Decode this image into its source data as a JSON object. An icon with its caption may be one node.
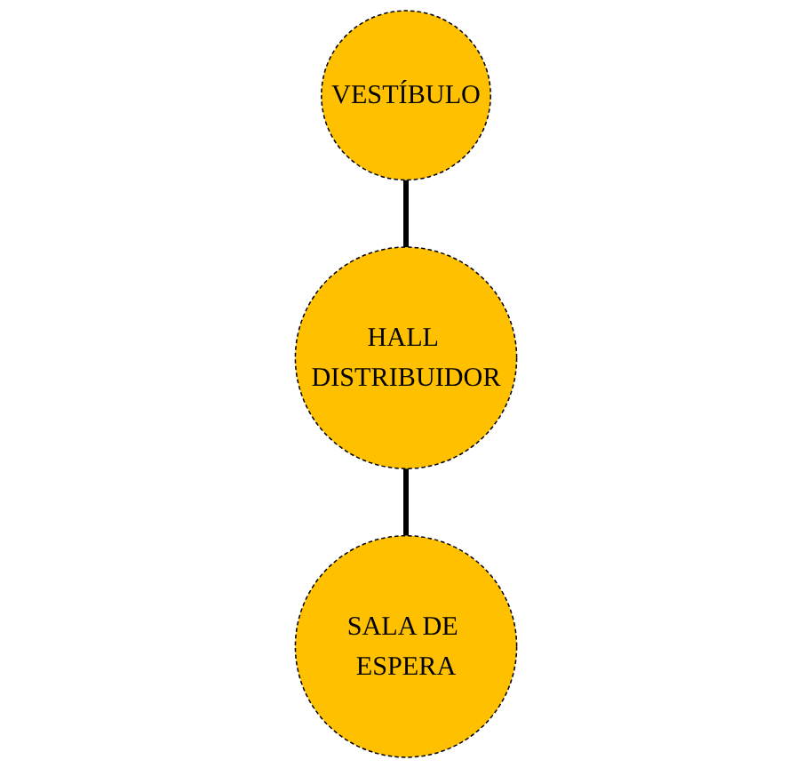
{
  "diagram": {
    "nodes": [
      {
        "text": [
          "VESTÍBULO"
        ]
      },
      {
        "text": [
          "HALL DISTRIBUIDOR"
        ]
      },
      {
        "text": [
          "SALA DE ESPERA"
        ]
      }
    ],
    "edges": [
      {
        "from": 0,
        "to": 1,
        "arrow": "none"
      },
      {
        "from": 1,
        "to": 2,
        "arrow": "none"
      }
    ]
  }
}
